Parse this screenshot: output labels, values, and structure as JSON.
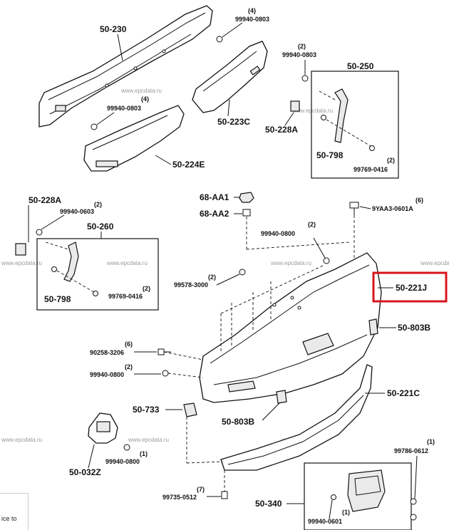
{
  "labels": {
    "p50_230": "50-230",
    "p99940_0803_a": "99940-0803",
    "q4_a": "(4)",
    "p99940_0803_b": "99940-0803",
    "q2_b": "(2)",
    "p50_250": "50-250",
    "p99940_0803_c": "99940-0803",
    "q4_c": "(4)",
    "p50_223C": "50-223C",
    "p50_228A_a": "50-228A",
    "p50_798_a": "50-798",
    "p99769_0416_a": "99769-0416",
    "q2_d": "(2)",
    "p50_224E": "50-224E",
    "p68_AA1": "68-AA1",
    "p68_AA2": "68-AA2",
    "p9YAA3_0601A": "9YAA3-0601A",
    "q6_a": "(6)",
    "p50_228A_b": "50-228A",
    "p99940_0603": "99940-0603",
    "q2_e": "(2)",
    "p50_260": "50-260",
    "p99940_0800_a": "99940-0800",
    "q2_f": "(2)",
    "p50_221J": "50-221J",
    "p99578_3000": "99578-3000",
    "q2_g": "(2)",
    "p50_798_b": "50-798",
    "p99769_0416_b": "99769-0416",
    "q2_h": "(2)",
    "p50_803B_a": "50-803B",
    "p90258_3206": "90258-3206",
    "q6_b": "(6)",
    "p99940_0800_b": "99940-0800",
    "q2_i": "(2)",
    "p50_221C": "50-221C",
    "p50_733": "50-733",
    "p50_803B_b": "50-803B",
    "p99940_0800_c": "99940-0800",
    "q1_a": "(1)",
    "p50_032Z": "50-032Z",
    "p99786_0612": "99786-0612",
    "q1_b": "(1)",
    "p99735_0512": "99735-0512",
    "q7_a": "(7)",
    "p50_340": "50-340",
    "p99940_0601": "99940-0601",
    "q1_c": "(1)"
  },
  "watermark": "www.epcdata.ru",
  "side_text": "ice to",
  "highlight_color": "#d9141c"
}
